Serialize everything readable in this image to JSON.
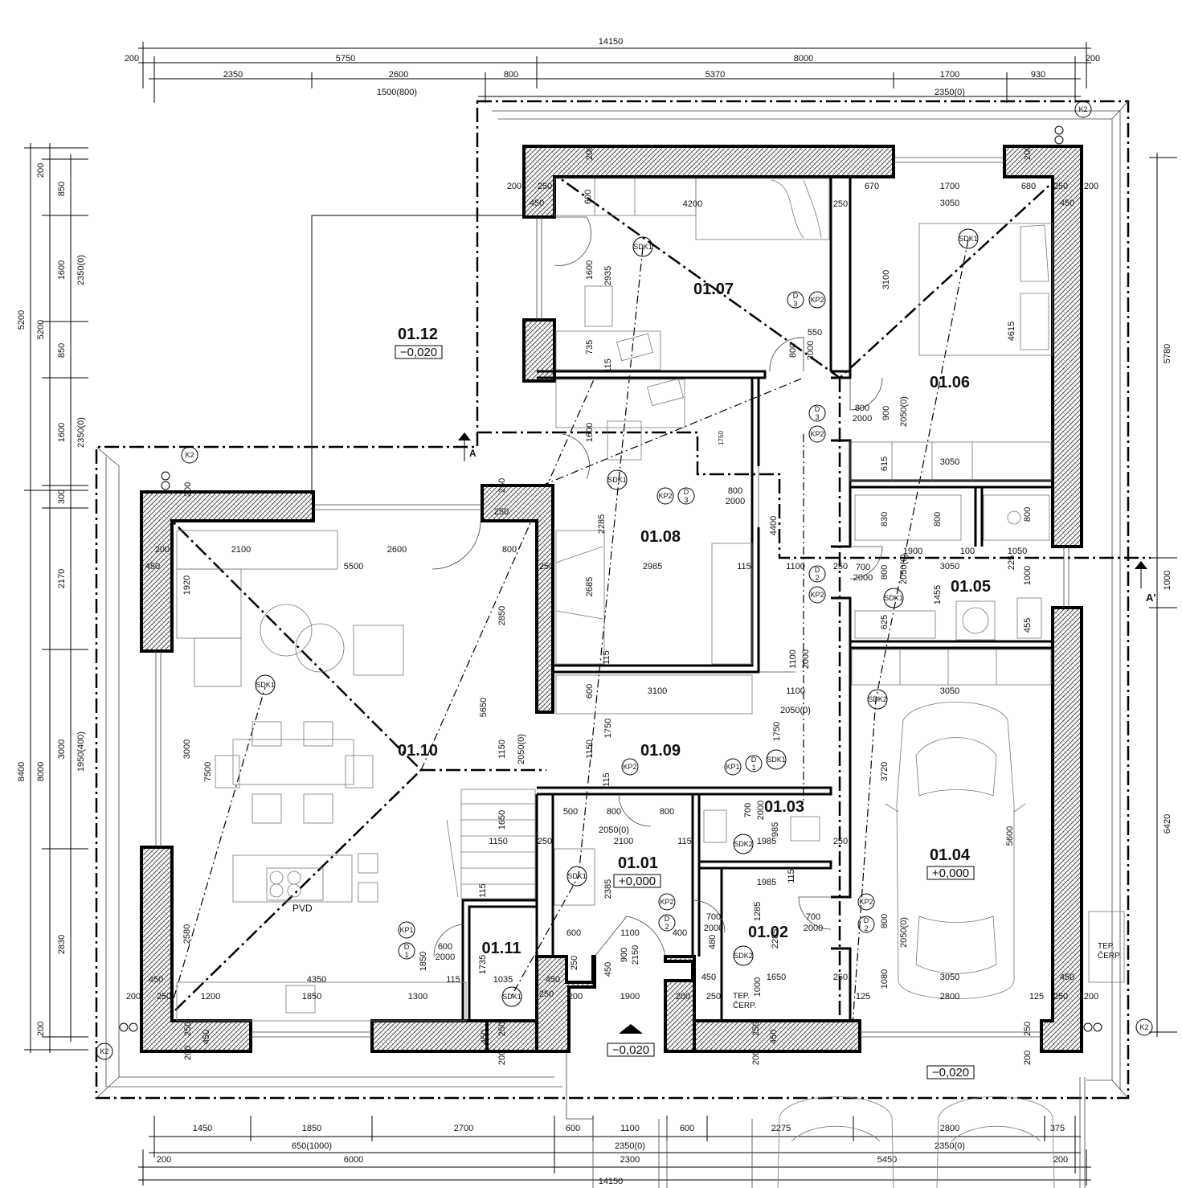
{
  "rooms": {
    "r0101": "01.01",
    "r0102": "01.02",
    "r0103": "01.03",
    "r0104": "01.04",
    "r0105": "01.05",
    "r0106": "01.06",
    "r0107": "01.07",
    "r0108": "01.08",
    "r0109": "01.09",
    "r0110": "01.10",
    "r0111": "01.11",
    "r0112": "01.12"
  },
  "levels": {
    "terrace": "−0,020",
    "entry": "+0,000",
    "garage": "+0,000",
    "front": "−0,020",
    "driveway": "−0,020"
  },
  "section_marks": {
    "a": "A",
    "a_prime": "A'"
  },
  "labels": {
    "k2": "K2",
    "sdk1": "SDK1",
    "sdk2": "SDK2",
    "kp1": "KP1",
    "kp2": "KP2",
    "d": "D",
    "d3": "3",
    "d1": "1",
    "d2": "2",
    "pvd": "PVD",
    "tep_cerp": "TEP.\nČERP.",
    "tep": "TEP.",
    "cerp": "ČERP."
  },
  "dims_top": {
    "total": "14150",
    "d200a": "200",
    "d5750": "5750",
    "d8000": "8000",
    "d200b": "200",
    "d2350": "2350",
    "d2600": "2600",
    "d800": "800",
    "d5370": "5370",
    "d1700": "1700",
    "d930": "930",
    "d1500": "1500(800)",
    "d2350_0": "2350(0)"
  },
  "dims_left": {
    "d200": "200",
    "d850a": "850",
    "d1600a": "1600",
    "d2350_0a": "2350(0)",
    "d5200a": "5200",
    "d5200b": "5200",
    "d850b": "850",
    "d1600b": "1600",
    "d2350_0b": "2350(0)",
    "d300": "300",
    "d2170": "2170",
    "d8400": "8400",
    "d8000": "8000",
    "d3000": "3000",
    "d1950": "1950(400)",
    "d2830": "2830",
    "d200b": "200"
  },
  "dims_right": {
    "d5780": "5780",
    "d1000": "1000",
    "d6420": "6420"
  },
  "dims_bottom": {
    "d1450": "1450",
    "d1850": "1850",
    "d2700": "2700",
    "d600a": "600",
    "d1100": "1100",
    "d600b": "600",
    "d2275": "2275",
    "d2800": "2800",
    "d375": "375",
    "d650": "650(1000)",
    "d2350a": "2350(0)",
    "d2350b": "2350(0)",
    "d200a": "200",
    "d6000": "6000",
    "d2300": "2300",
    "d5450": "5450",
    "d200b": "200",
    "total": "14150"
  },
  "dims_inner": {
    "a4200": "4200",
    "a670": "670",
    "a1700": "1700",
    "a3050a": "3050",
    "a680": "680",
    "a200a": "200",
    "a250a": "250",
    "a450a": "450",
    "a250b": "250",
    "a200b": "200",
    "a250c": "250",
    "a450b": "450",
    "a600a": "600",
    "a1600a": "1600",
    "a2935": "2935",
    "a735": "735",
    "a115a": "115",
    "a3100a": "3100",
    "a4615": "4615",
    "a550": "550",
    "a800a": "800",
    "a2000a": "2000",
    "a800b": "800",
    "a2000b": "2000",
    "a900": "900",
    "a2050a": "2050(0)",
    "a1600b": "1600",
    "a1750a": "1750",
    "a615": "615",
    "a3050b": "3050",
    "a800c": "800",
    "a2000c": "2000",
    "a830": "830",
    "a800d": "800",
    "a800e": "800",
    "a1900": "1900",
    "a3050c": "3050",
    "a100": "100",
    "a1050": "1050",
    "a225": "225",
    "a1000": "1000",
    "a2285": "2285",
    "a2985": "2985",
    "a115b": "115",
    "a4400": "4400",
    "a1100a": "1100",
    "a250d": "250",
    "a700a": "700",
    "a2000d": "2000",
    "a800f": "800",
    "a2050b": "2050(0)",
    "a1455": "1455",
    "a625": "625",
    "a455": "455",
    "a2685": "2685",
    "a115c": "115",
    "a200c": "200",
    "a2100a": "2100",
    "a2600": "2600",
    "a800g": "800",
    "a5500": "5500",
    "a250e": "250",
    "a450c": "450",
    "a1920": "1920",
    "a2850": "2850",
    "a600b": "600",
    "a3100b": "3100",
    "a1100b": "1100",
    "a2050c": "2050(0)",
    "a1100c": "1100",
    "a2000e": "2000",
    "a3050d": "3050",
    "a5650": "5650",
    "a3000": "3000",
    "a7500": "7500",
    "a1150a": "1150",
    "a2050d": "2050(0)",
    "a1750b": "1750",
    "a1150b": "1150",
    "a1750c": "1750",
    "a115d": "115",
    "a1650": "1650",
    "a1150c": "1150",
    "a500": "500",
    "a800h": "800",
    "a800i": "800",
    "a2050e": "2050(0)",
    "a2100b": "2100",
    "a115e": "115",
    "a250f": "250",
    "a700b": "700",
    "a2000f": "2000",
    "a985": "985",
    "a1985a": "1985",
    "a250g": "250",
    "a3720": "3720",
    "a5600": "5600",
    "a2385": "2385",
    "a1985b": "1985",
    "a115f": "115",
    "a1285": "1285",
    "a700c": "700",
    "a2000g": "2000",
    "a480": "480",
    "a2285b": "2285",
    "a700d": "700",
    "a2000h": "2000",
    "a800j": "800",
    "a2050f": "2050(0)",
    "a600c": "600",
    "a1100d": "1100",
    "a400": "400",
    "a2150": "2150",
    "a900b": "900",
    "a450d": "450",
    "a250h": "250",
    "a1650b": "1650",
    "a1000b": "1000",
    "a1080": "1080",
    "a3050e": "3050",
    "a2800": "2800",
    "a125a": "125",
    "a125b": "125",
    "a250i": "250",
    "a200d": "200",
    "a450e": "450",
    "a2580": "2580",
    "a1850": "1850",
    "a600d": "600",
    "a2000i": "2000",
    "a1735": "1735",
    "a115g": "115",
    "a1035": "1035",
    "a450f": "450",
    "a4350": "4350",
    "a1200": "1200",
    "a1850b": "1850",
    "a1300": "1300",
    "a250j": "250",
    "a200e": "200",
    "a250k": "250",
    "a200f": "200",
    "a450g": "450",
    "a250l": "250",
    "a1900b": "1900",
    "a200g": "200",
    "a200h": "200",
    "a450h": "450",
    "a250m": "250",
    "a200i": "200",
    "a250n": "250",
    "a450i": "450",
    "a200j": "200",
    "a250o": "250",
    "a450j": "450",
    "a200k": "200",
    "a250p": "250",
    "a450k": "450",
    "a200l": "200",
    "a250q": "250",
    "a200m": "200",
    "a250r": "250",
    "a115h": "115",
    "a2850b": "2850",
    "a1750d": "1750",
    "a1100e": "1100"
  }
}
